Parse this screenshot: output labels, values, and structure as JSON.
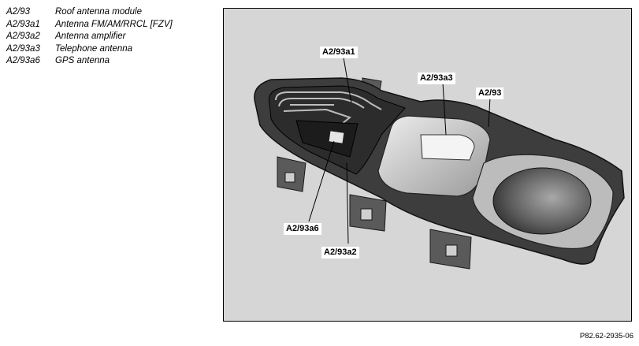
{
  "legend": [
    {
      "code": "A2/93",
      "desc": "Roof antenna module"
    },
    {
      "code": "A2/93a1",
      "desc": "Antenna FM/AM/RRCL [FZV]"
    },
    {
      "code": "A2/93a2",
      "desc": "Antenna amplifier"
    },
    {
      "code": "A2/93a3",
      "desc": "Telephone antenna"
    },
    {
      "code": "A2/93a6",
      "desc": "GPS antenna"
    }
  ],
  "callouts": {
    "a1": "A2/93a1",
    "a3": "A2/93a3",
    "main": "A2/93",
    "a6": "A2/93a6",
    "a2": "A2/93a2"
  },
  "figure_ref": "P82.62-2935-06"
}
